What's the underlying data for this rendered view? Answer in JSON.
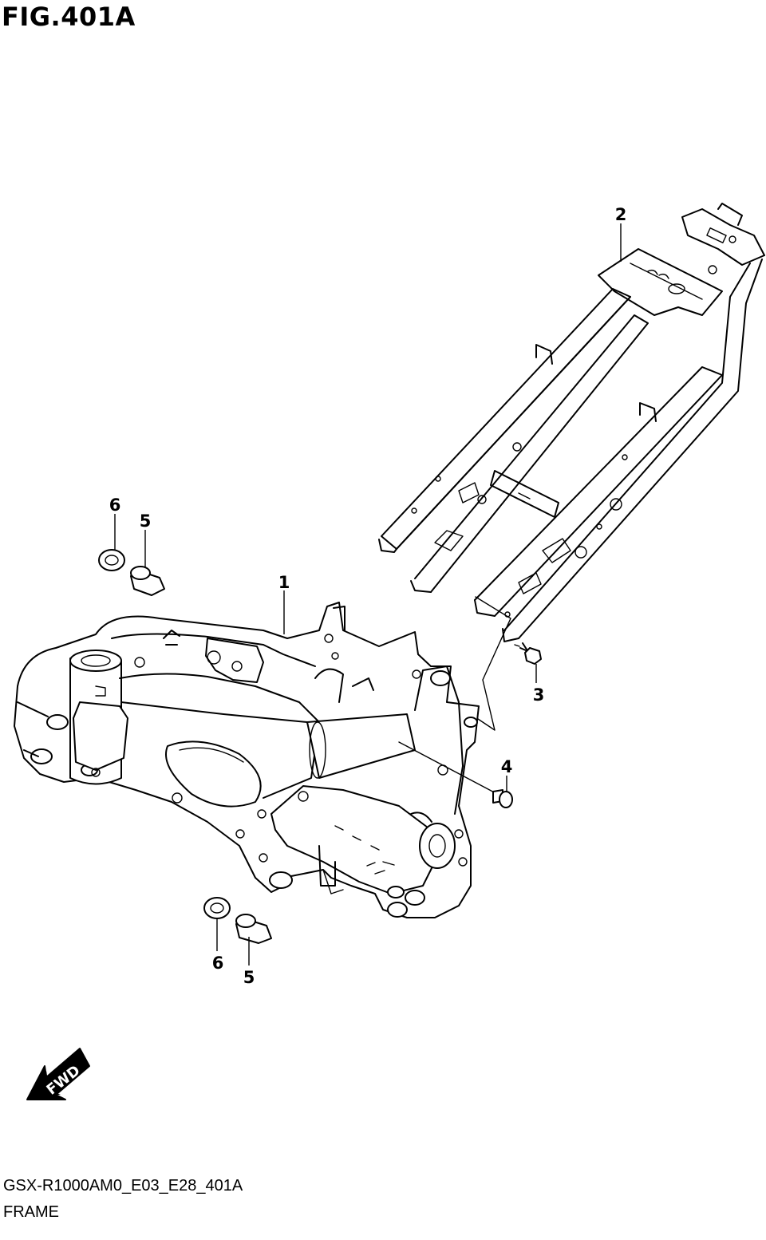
{
  "figure": {
    "title": "FIG.401A",
    "drawing_code": "GSX-R1000AM0_E03_E28_401A",
    "section_name": "FRAME"
  },
  "callouts": [
    {
      "id": "c1",
      "label": "1",
      "part": "frame"
    },
    {
      "id": "c2",
      "label": "2",
      "part": "seat-rail"
    },
    {
      "id": "c3",
      "label": "3",
      "part": "bolt"
    },
    {
      "id": "c4",
      "label": "4",
      "part": "pin"
    },
    {
      "id": "c5a",
      "label": "5",
      "part": "spacer-upper"
    },
    {
      "id": "c6a",
      "label": "6",
      "part": "washer-upper"
    },
    {
      "id": "c5b",
      "label": "5",
      "part": "spacer-lower"
    },
    {
      "id": "c6b",
      "label": "6",
      "part": "washer-lower"
    }
  ],
  "direction_arrow": {
    "label": "FWD",
    "icon": "fwd-arrow-icon"
  }
}
